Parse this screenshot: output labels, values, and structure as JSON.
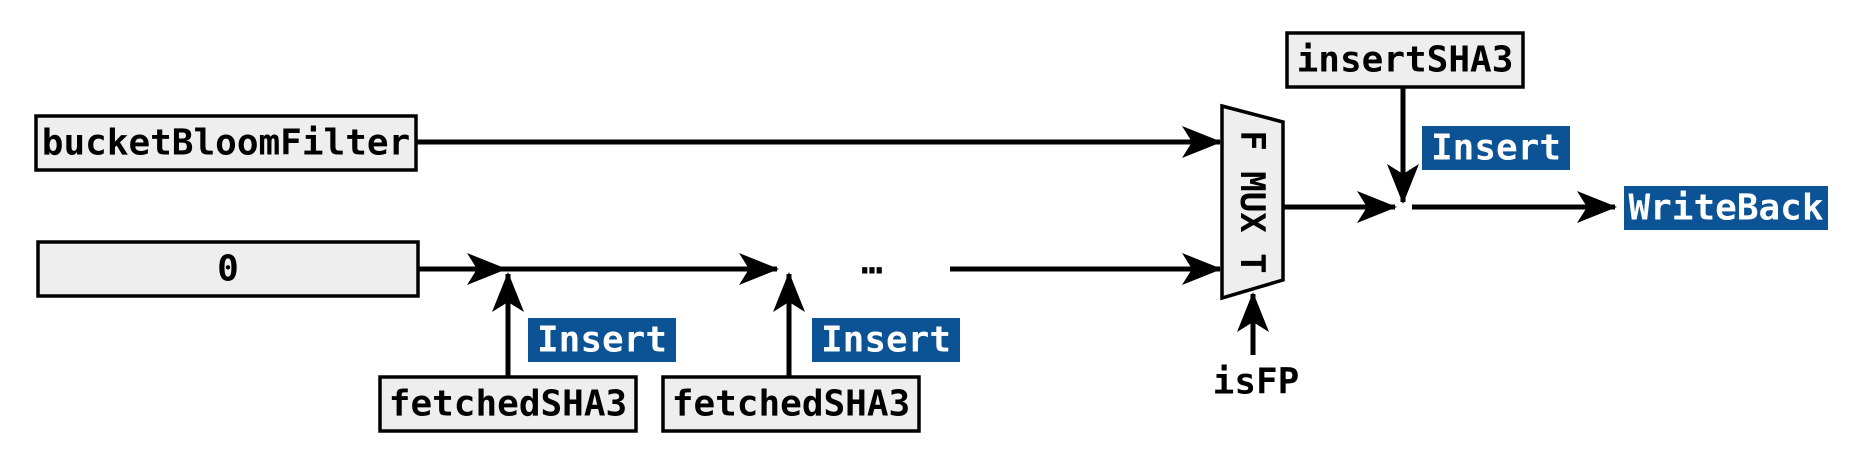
{
  "diagram": {
    "inputs": {
      "bucket_bloom_filter": "bucketBloomFilter",
      "zero": "0",
      "fetched_sha3_1": "fetchedSHA3",
      "fetched_sha3_2": "fetchedSHA3",
      "insert_sha3": "insertSHA3",
      "is_fp": "isFP"
    },
    "ellipsis": "…",
    "insert_tags": [
      "Insert",
      "Insert",
      "Insert"
    ],
    "mux": {
      "label": "F MUX T"
    },
    "output": {
      "label": "WriteBack"
    },
    "colors": {
      "tag_background": "#0b5394",
      "box_fill": "#eeeeee",
      "line": "#000000"
    }
  }
}
